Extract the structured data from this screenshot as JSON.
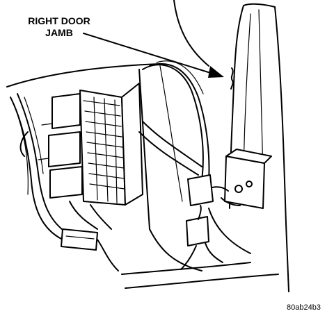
{
  "figure": {
    "callout_line1": "RIGHT DOOR",
    "callout_line2": "JAMB",
    "figure_code": "80ab24b3"
  }
}
